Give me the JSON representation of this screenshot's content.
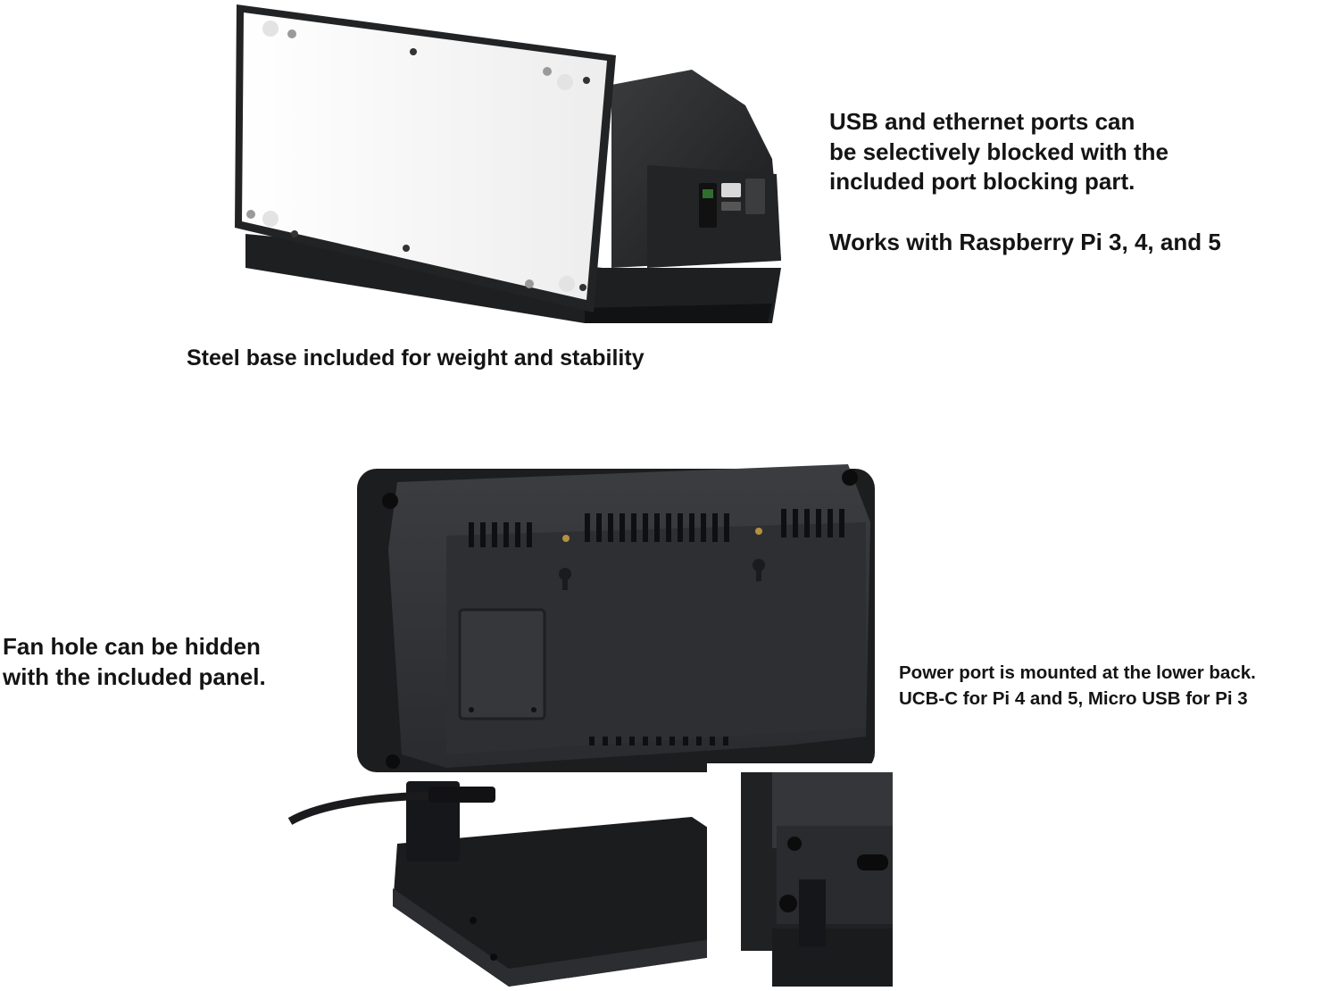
{
  "captions": {
    "steel_base": "Steel base included for weight and stability",
    "usb_ports": "USB and ethernet ports can\nbe selectively blocked with the\nincluded port blocking part.",
    "compatibility": "Works with Raspberry Pi 3, 4, and 5",
    "fan_hole": "Fan hole can be hidden\nwith the included panel.",
    "power_port": "Power port is mounted at the lower back.\nUCB-C for Pi 4 and 5, Micro USB for Pi 3"
  },
  "colors": {
    "case_black": "#2b2c2e",
    "case_dark": "#1c1d1f",
    "screen_back_white": "#f6f6f6",
    "text": "#141414"
  }
}
